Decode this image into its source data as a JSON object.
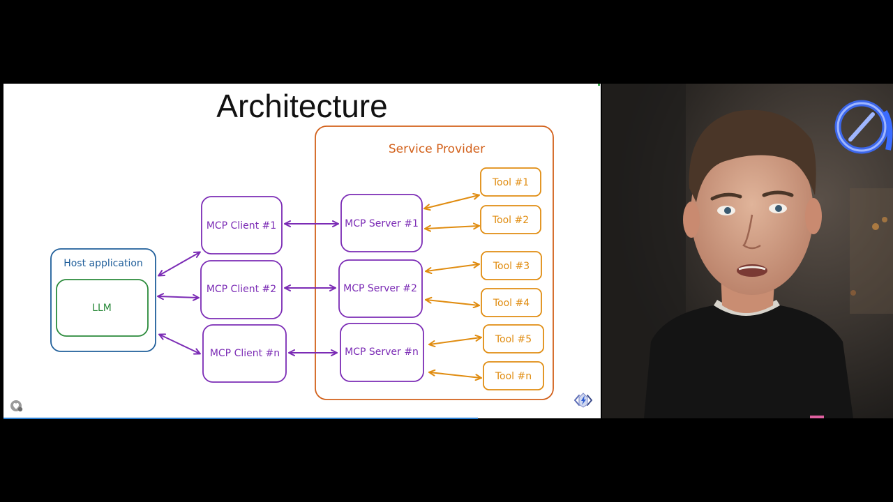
{
  "slide": {
    "title": "Architecture",
    "service_provider_label": "Service Provider",
    "host": {
      "label": "Host application",
      "llm_label": "LLM"
    },
    "clients": [
      "MCP Client #1",
      "MCP Client #2",
      "MCP Client #n"
    ],
    "servers": [
      "MCP Server #1",
      "MCP Server #2",
      "MCP Server #n"
    ],
    "tools": [
      "Tool #1",
      "Tool #2",
      "Tool #3",
      "Tool #4",
      "Tool #5",
      "Tool #n"
    ]
  },
  "colors": {
    "host": "#1f5e9a",
    "llm": "#2a8a3a",
    "mcp": "#7b2bb5",
    "provider": "#d2601a",
    "tool": "#e08c10",
    "progress": "#2a7fd4"
  },
  "icons": {
    "corner_left": "heart-badge-icon",
    "corner_right": "azure-functions-logo-icon"
  }
}
